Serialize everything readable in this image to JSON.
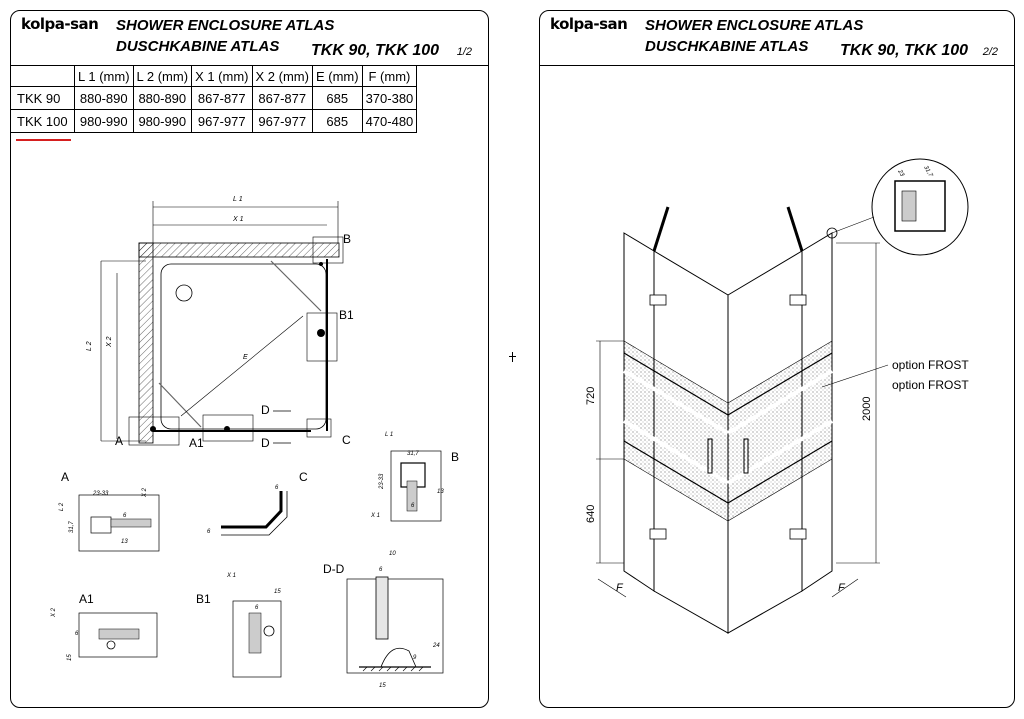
{
  "sheet1": {
    "logo": "kolpa-san",
    "title_en": "SHOWER ENCLOSURE ATLAS",
    "title_de": "DUSCHKABINE  ATLAS",
    "models": "TKK 90, TKK 100",
    "page": "1/2",
    "table": {
      "headers": [
        "",
        "L 1 (mm)",
        "L 2 (mm)",
        "X 1 (mm)",
        "X 2 (mm)",
        "E  (mm)",
        "F (mm)"
      ],
      "rows": [
        {
          "model": "TKK 90",
          "cells": [
            "880-890",
            "880-890",
            "867-877",
            "867-877",
            "685",
            "370-380"
          ]
        },
        {
          "model": "TKK 100",
          "cells": [
            "980-990",
            "980-990",
            "967-977",
            "967-977",
            "685",
            "470-480"
          ]
        }
      ]
    },
    "plan_labels": {
      "L1": "L 1",
      "X1": "X 1",
      "L2": "L 2",
      "X2": "X 2",
      "E": "E",
      "A": "A",
      "A1": "A1",
      "B": "B",
      "B1": "B1",
      "C": "C",
      "D_top": "D",
      "D_bottom": "D"
    },
    "details": {
      "A": {
        "label": "A",
        "dims": [
          "23-33",
          "X 2",
          "L 2",
          "31,7",
          "6",
          "13"
        ]
      },
      "C": {
        "label": "C",
        "dims": [
          "6",
          "6"
        ]
      },
      "B": {
        "label": "B",
        "dims": [
          "L 1",
          "31,7",
          "23-33",
          "X 1",
          "6",
          "13"
        ]
      },
      "A1": {
        "label": "A1",
        "dims": [
          "X 2",
          "6",
          "15"
        ]
      },
      "B1": {
        "label": "B1",
        "dims": [
          "X 1",
          "15",
          "6"
        ]
      },
      "DD": {
        "label": "D-D",
        "dims": [
          "10",
          "6",
          "24",
          "9",
          "15"
        ]
      }
    }
  },
  "sheet2": {
    "logo": "kolpa-san",
    "title_en": "SHOWER ENCLOSURE ATLAS",
    "title_de": "DUSCHKABINE  ATLAS",
    "models": "TKK 90, TKK 100",
    "page": "2/2",
    "option1": "option FROST",
    "option2": "option FROST",
    "dims": {
      "h720": "720",
      "h640": "640",
      "h2000": "2000",
      "F_left": "F",
      "F_right": "F",
      "inset_23": "23",
      "inset_317": "31,7"
    }
  }
}
